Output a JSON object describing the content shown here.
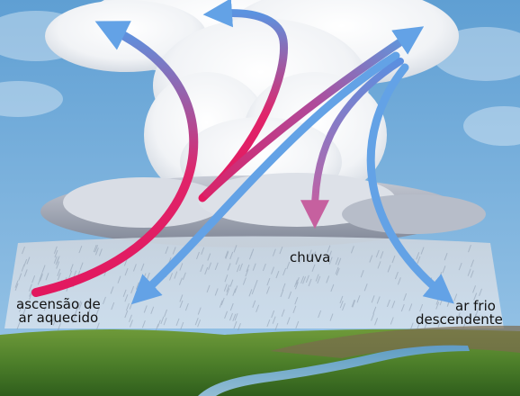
{
  "labels": {
    "rain": "chuva",
    "warm_air_line1": "ascensão de",
    "warm_air_line2": "ar aquecido",
    "cold_air_line1": "ar frio",
    "cold_air_line2": "descendente"
  },
  "colors": {
    "sky": "#6fa9d8",
    "cloud": "#ffffff",
    "warm_arrow": "#d6286a",
    "cold_arrow": "#5b9be0",
    "rain": "#b9c7d6",
    "ground": "#4f8a32",
    "river": "#8fb7d8"
  }
}
